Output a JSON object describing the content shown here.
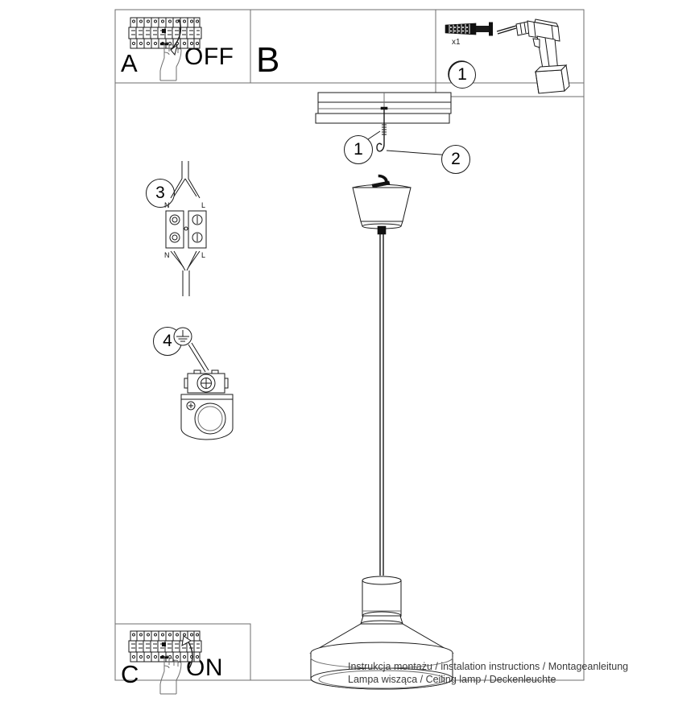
{
  "document": {
    "type": "assembly-instruction-sheet",
    "caption_line_1": "Instrukcja montażu / instalation instructions / Montageanleitung",
    "caption_line_2": "Lampa wisząca / Ceiling lamp / Deckenleuchte"
  },
  "panels": {
    "a": {
      "letter": "A",
      "action_label": "OFF",
      "description": "Switch off the circuit breaker in the fuse box",
      "arrow_direction": "down"
    },
    "b": {
      "letter": "B",
      "description": "Main mounting diagram of the pendant lamp"
    },
    "c": {
      "letter": "C",
      "action_label": "ON",
      "description": "Switch the circuit breaker back on",
      "arrow_direction": "up"
    },
    "parts": {
      "quantity_label": "x1",
      "part_name": "wall-plug-with-screw",
      "tool_name": "cordless-drill"
    }
  },
  "callouts": [
    {
      "number": "1",
      "location": "parts-panel",
      "refers_to": "wall-plug-with-screw"
    },
    {
      "number": "1",
      "location": "ceiling",
      "refers_to": "screw-hook-fixed-in-ceiling"
    },
    {
      "number": "2",
      "location": "ceiling",
      "refers_to": "suspension-hook"
    },
    {
      "number": "3",
      "location": "left-column",
      "refers_to": "terminal-block-wiring"
    },
    {
      "number": "4",
      "location": "left-column",
      "refers_to": "earth-terminal-connection"
    }
  ],
  "wiring": {
    "neutral_label": "N",
    "live_label": "L",
    "earth_symbol": "earth-ground",
    "terminal_count": 2
  },
  "colors": {
    "line": "#1a1a1a",
    "frame": "#5a5a5a",
    "caption": "#3a3a3a",
    "paper": "#ffffff"
  }
}
